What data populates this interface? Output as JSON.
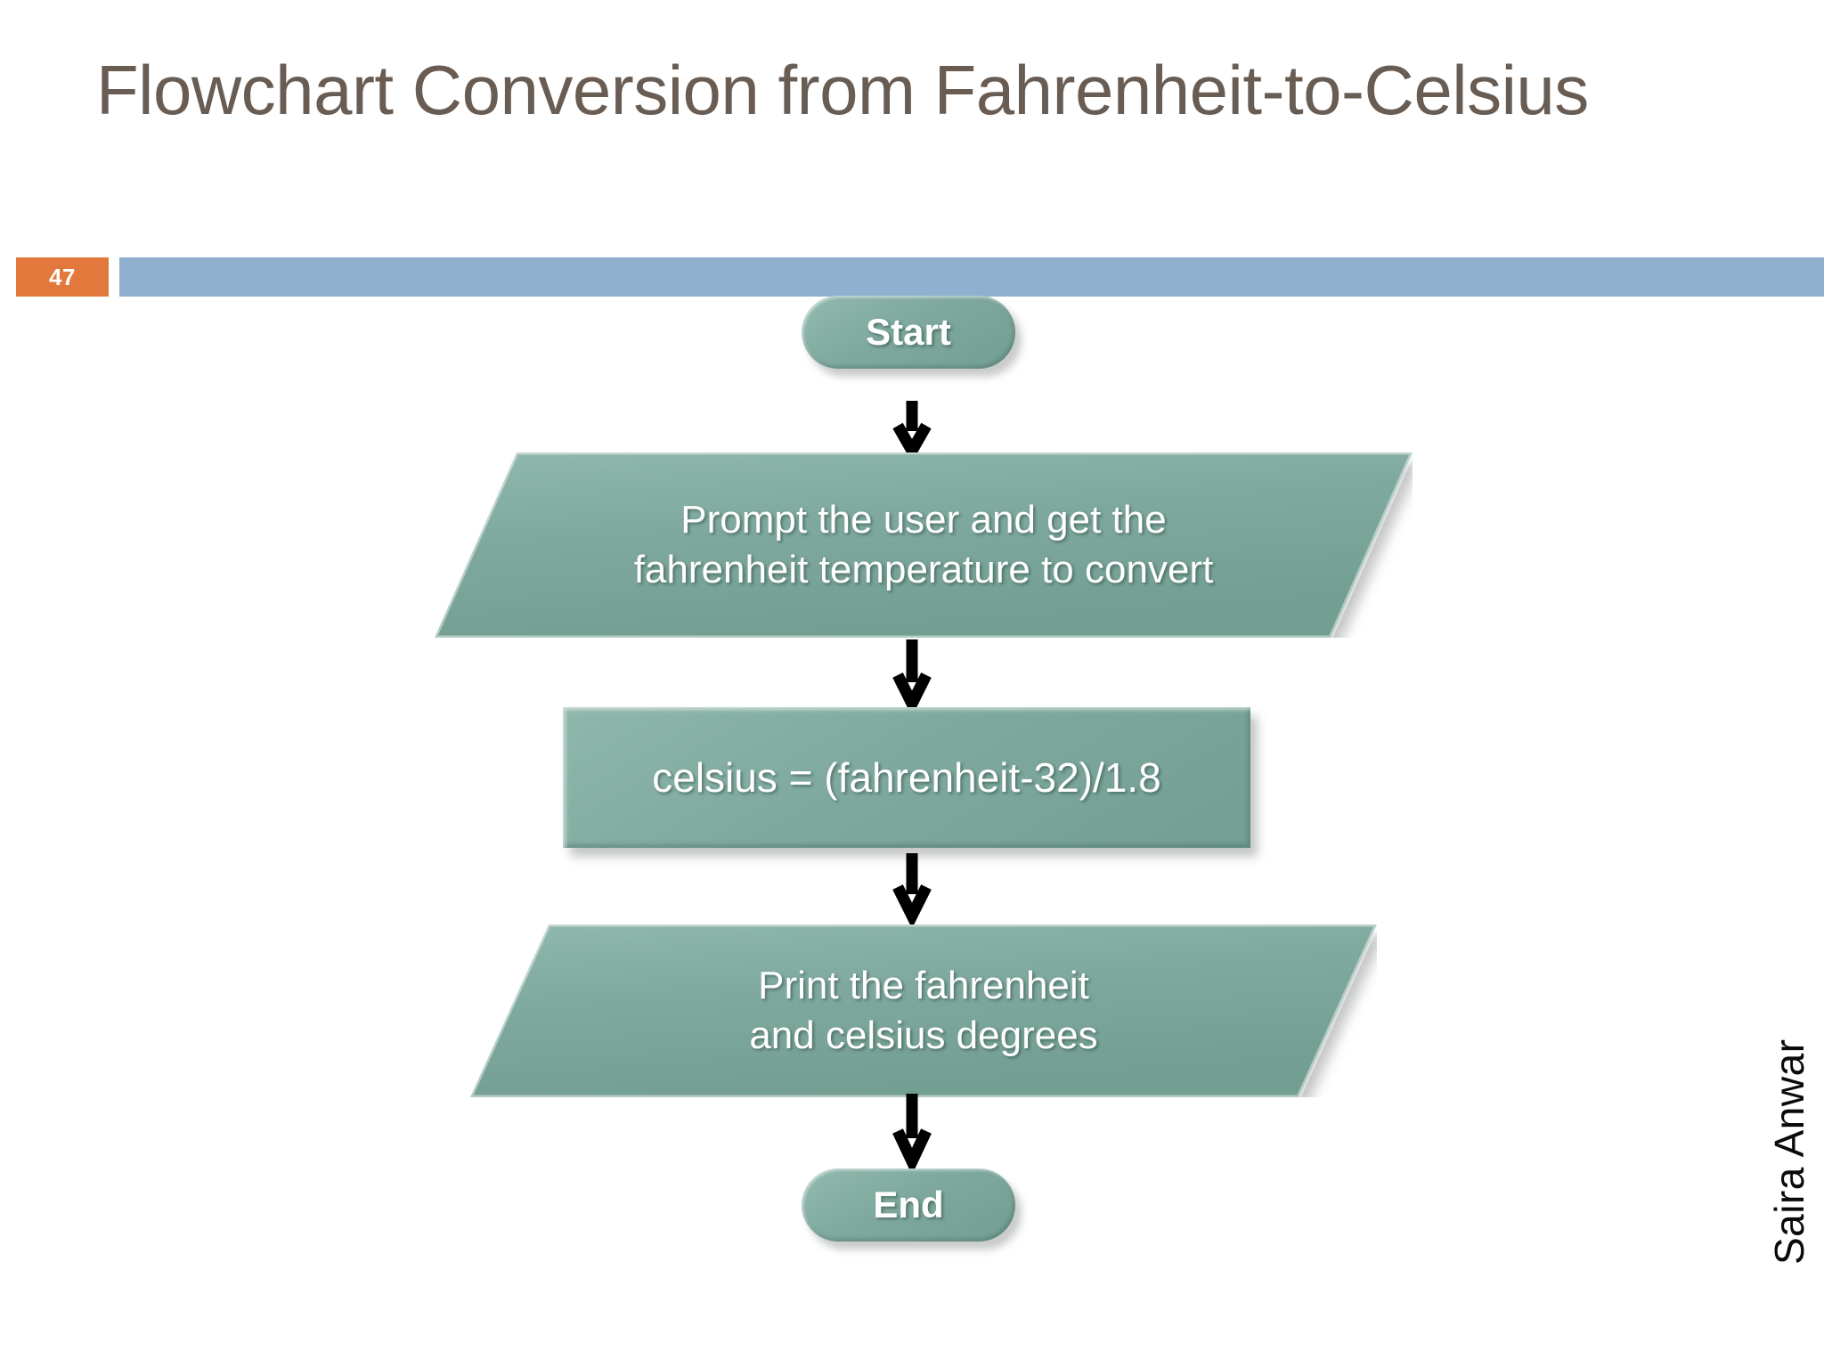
{
  "slide": {
    "title": "Flowchart Conversion from Fahrenheit-to-Celsius",
    "page_number": "47",
    "author": "Saira Anwar",
    "colors": {
      "title_text": "#695C53",
      "badge_bg": "#E3783C",
      "band_bar": "#8FB0CE",
      "node_fill": "#7FA99E",
      "node_text": "#FFFFFF",
      "connector": "#000000",
      "background": "#FFFFFF"
    }
  },
  "flowchart": {
    "type": "flowchart",
    "orientation": "top-to-bottom",
    "nodes": [
      {
        "id": "start",
        "shape": "terminator",
        "label": "Start"
      },
      {
        "id": "input",
        "shape": "parallelogram",
        "label": "Prompt the user and get the\nfahrenheit temperature to convert"
      },
      {
        "id": "compute",
        "shape": "rectangle",
        "label": "celsius = (fahrenheit-32)/1.8"
      },
      {
        "id": "output",
        "shape": "parallelogram",
        "label": "Print the fahrenheit\nand celsius degrees"
      },
      {
        "id": "end",
        "shape": "terminator",
        "label": "End"
      }
    ],
    "edges": [
      {
        "from": "start",
        "to": "input",
        "label": ""
      },
      {
        "from": "input",
        "to": "compute",
        "label": ""
      },
      {
        "from": "compute",
        "to": "output",
        "label": ""
      },
      {
        "from": "output",
        "to": "end",
        "label": ""
      }
    ]
  }
}
